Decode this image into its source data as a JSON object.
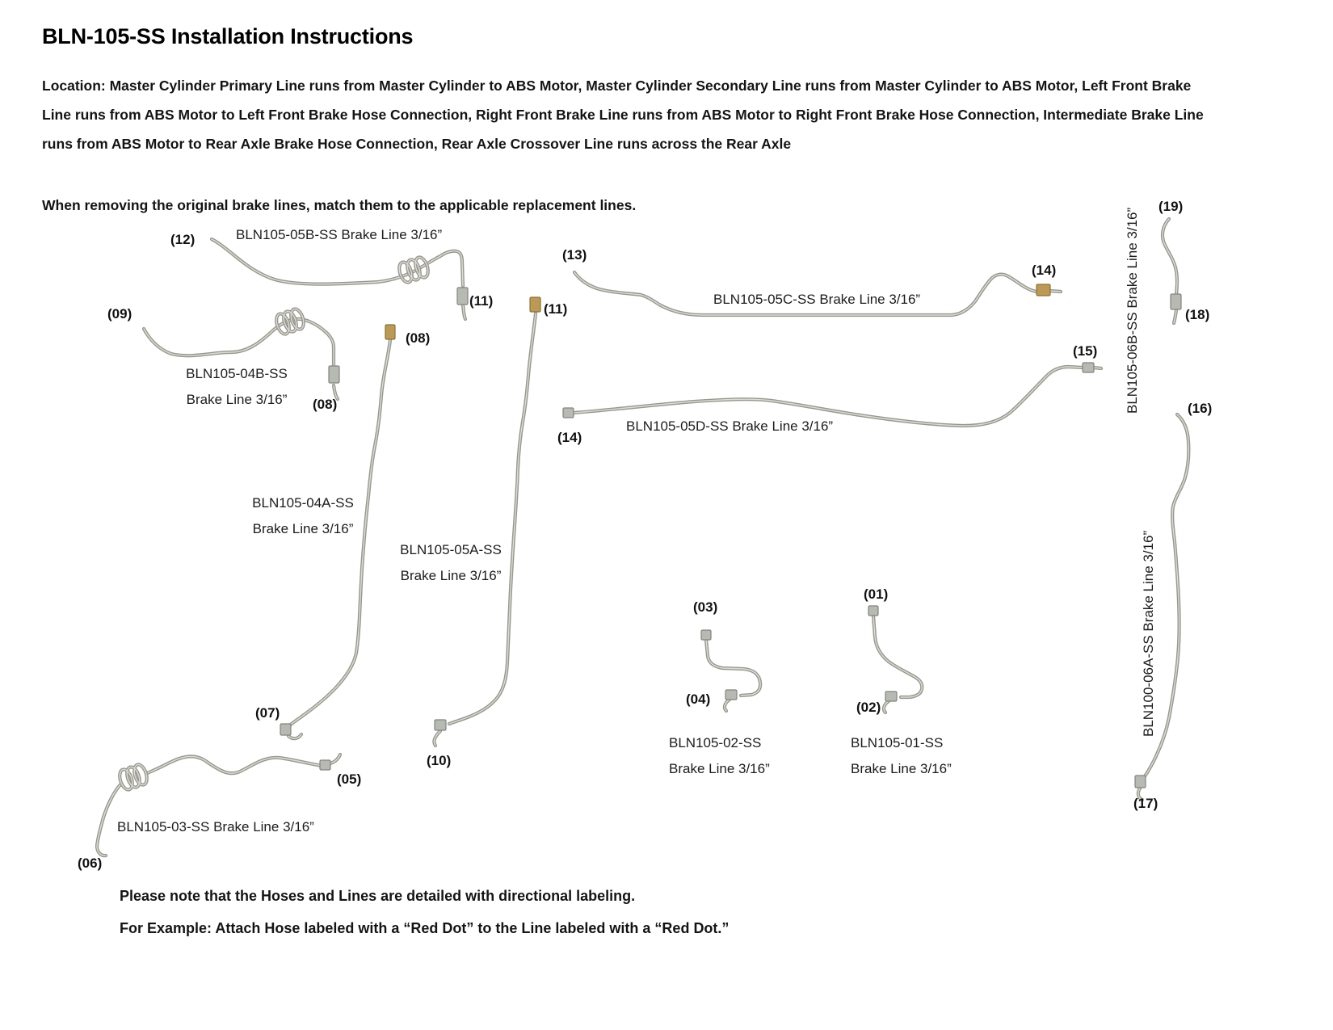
{
  "title": "BLN-105-SS Installation Instructions",
  "intro": {
    "location": "Location: Master Cylinder Primary Line runs from Master Cylinder to ABS Motor, Master Cylinder Secondary Line runs from Master Cylinder to ABS Motor, Left Front Brake Line runs from ABS Motor to Left Front Brake Hose Connection, Right Front Brake Line runs from ABS Motor to Right Front Brake Hose Connection, Intermediate Brake Line runs from ABS Motor to Rear Axle Brake Hose Connection, Rear Axle Crossover Line runs across the Rear Axle",
    "match_note": "When removing the original brake lines, match them to the applicable replacement lines."
  },
  "callouts": {
    "c01": "(01)",
    "c02": "(02)",
    "c03": "(03)",
    "c04": "(04)",
    "c05": "(05)",
    "c06": "(06)",
    "c07": "(07)",
    "c08": "(08)",
    "c09": "(09)",
    "c10": "(10)",
    "c11": "(11)",
    "c12": "(12)",
    "c13": "(13)",
    "c14": "(14)",
    "c15": "(15)",
    "c16": "(16)",
    "c17": "(17)",
    "c18": "(18)",
    "c19": "(19)"
  },
  "part_labels": {
    "p05b": "BLN105-05B-SS Brake Line 3/16”",
    "p04b": {
      "name": "BLN105-04B-SS",
      "size": "Brake Line 3/16”"
    },
    "p05c": "BLN105-05C-SS Brake Line 3/16”",
    "p06b": "BLN105-06B-SS Brake Line 3/16”",
    "p05d": "BLN105-05D-SS Brake Line 3/16”",
    "p04a": {
      "name": "BLN105-04A-SS",
      "size": "Brake Line 3/16”"
    },
    "p05a": {
      "name": "BLN105-05A-SS",
      "size": "Brake Line 3/16”"
    },
    "p02": {
      "name": "BLN105-02-SS",
      "size": "Brake Line 3/16”"
    },
    "p01": {
      "name": "BLN105-01-SS",
      "size": "Brake Line 3/16”"
    },
    "p06a": "BLN100-06A-SS Brake Line 3/16”",
    "p03": "BLN105-03-SS Brake Line 3/16”"
  },
  "footer": {
    "note1": "Please note that the Hoses and Lines are detailed with directional labeling.",
    "note2": "For Example: Attach Hose labeled with a “Red Dot” to the Line labeled with a “Red Dot.”"
  },
  "colors": {
    "tube": "#98988f",
    "tube_highlight": "#dcdcd6",
    "fitting_silver": "#b7b9b3",
    "fitting_brass": "#bb9a58",
    "text": "#141414"
  }
}
